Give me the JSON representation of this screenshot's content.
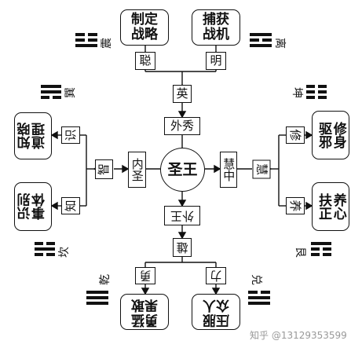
{
  "center": "圣王",
  "ring": {
    "top": "外秀",
    "bottom": "外王",
    "left": "内圣",
    "right": "慧中"
  },
  "mid": {
    "top": "英",
    "bottom": "雄",
    "left": "智",
    "right": "慧"
  },
  "branch": {
    "top_left": "聪",
    "top_right": "明",
    "bottom_left": "勇",
    "bottom_right": "力",
    "left_top": "识",
    "left_bottom": "知",
    "right_top": "修",
    "right_bottom": "养"
  },
  "outer": {
    "top_left": "制定\n战略",
    "top_right": "捕获\n战机",
    "bottom_left": "勇猛\n果敢",
    "bottom_right": "压服\n众人",
    "left_top": "知晓\n道理",
    "left_bottom": "识别\n事体",
    "right_top": "修身\n驱邪",
    "right_bottom": "养心\n扶正"
  },
  "trigrams": {
    "zhen": "震",
    "li": "离",
    "xun": "巽",
    "kun": "坤",
    "kan": "坎",
    "gen": "艮",
    "qian": "乾",
    "dui": "兑"
  },
  "watermark": "知乎 @13129353599"
}
